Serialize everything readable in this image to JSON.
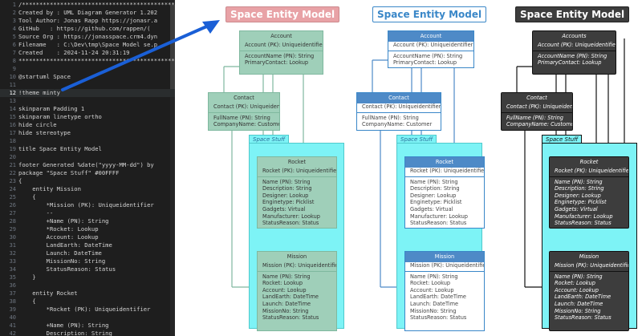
{
  "editor": {
    "lines": [
      {
        "n": "1",
        "text": "/********************************************",
        "cls": "c-comment"
      },
      {
        "n": "2",
        "text": "Created by : UML Diagram Generator 1.202",
        "cls": "c-comment"
      },
      {
        "n": "3",
        "text": "Tool Author: Jonas Rapp https://jonasr.a",
        "cls": "c-comment"
      },
      {
        "n": "4",
        "text": "GitHub   : https://github.com/rappen/(",
        "cls": "c-comment"
      },
      {
        "n": "5",
        "text": "Source Org : https://jonasspace.crm4.dyn",
        "cls": "c-comment"
      },
      {
        "n": "6",
        "text": "Filename   : C:\\Dev\\tmp\\Space Model se.p",
        "cls": "c-comment"
      },
      {
        "n": "7",
        "text": "Created    : 2024-11-24 20:31:19",
        "cls": "c-comment"
      },
      {
        "n": "8",
        "text": "**********************************************",
        "cls": "c-comment"
      },
      {
        "n": "9",
        "text": "",
        "cls": "c-plain"
      },
      {
        "n": "10",
        "text": "@startuml Space",
        "cls": "c-kw"
      },
      {
        "n": "11",
        "text": "",
        "cls": "c-plain"
      },
      {
        "n": "12",
        "text": "!theme minty",
        "cls": "c-kw",
        "active": true
      },
      {
        "n": "13",
        "text": "",
        "cls": "c-plain"
      },
      {
        "n": "14",
        "text": "skinparam Padding 1",
        "cls": "c-kw"
      },
      {
        "n": "15",
        "text": "skinparam linetype ortho",
        "cls": "c-kw"
      },
      {
        "n": "16",
        "text": "hide circle",
        "cls": "c-kw"
      },
      {
        "n": "17",
        "text": "hide stereotype",
        "cls": "c-kw"
      },
      {
        "n": "18",
        "text": "",
        "cls": "c-plain"
      },
      {
        "n": "19",
        "text": "title Space Entity Model",
        "cls": "c-kw"
      },
      {
        "n": "20",
        "text": "",
        "cls": "c-plain"
      },
      {
        "n": "21",
        "text": "footer Generated %date(\"yyyy-MM-dd\") by",
        "cls": "c-plain"
      },
      {
        "n": "22",
        "text": "package \"Space Stuff\" #00FFFF",
        "cls": "c-kw"
      },
      {
        "n": "23",
        "text": "{",
        "cls": "c-brace"
      },
      {
        "n": "24",
        "text": "    entity Mission",
        "cls": "c-kw"
      },
      {
        "n": "25",
        "text": "    {",
        "cls": "c-brace"
      },
      {
        "n": "26",
        "text": "        *Mission (PK): Uniqueidentifier",
        "cls": "c-plain"
      },
      {
        "n": "27",
        "text": "        --",
        "cls": "c-plain"
      },
      {
        "n": "28",
        "text": "        +Name (PN): String",
        "cls": "c-plain"
      },
      {
        "n": "29",
        "text": "        *Rocket: Lookup",
        "cls": "c-plain"
      },
      {
        "n": "30",
        "text": "        Account: Lookup",
        "cls": "c-plain"
      },
      {
        "n": "31",
        "text": "        LandEarth: DateTime",
        "cls": "c-plain"
      },
      {
        "n": "32",
        "text": "        Launch: DateTime",
        "cls": "c-plain"
      },
      {
        "n": "33",
        "text": "        MissionNo: String",
        "cls": "c-plain"
      },
      {
        "n": "34",
        "text": "        StatusReason: Status",
        "cls": "c-plain"
      },
      {
        "n": "35",
        "text": "    }",
        "cls": "c-brace"
      },
      {
        "n": "36",
        "text": "",
        "cls": "c-plain"
      },
      {
        "n": "37",
        "text": "    entity Rocket",
        "cls": "c-kw"
      },
      {
        "n": "38",
        "text": "    {",
        "cls": "c-brace"
      },
      {
        "n": "39",
        "text": "        *Rocket (PK): Uniqueidentifier",
        "cls": "c-plain"
      },
      {
        "n": "40",
        "text": "",
        "cls": "c-plain"
      },
      {
        "n": "41",
        "text": "        +Name (PN): String",
        "cls": "c-plain"
      },
      {
        "n": "42",
        "text": "        Description: String",
        "cls": "c-plain"
      }
    ]
  },
  "diagrams": [
    {
      "title": "Space Entity Model",
      "theme": "minty",
      "colors": {
        "title_bg": "#e8a2a6",
        "title_fg": "#ffffff",
        "box_bg": "#9fcfb9",
        "box_border": "#7fb89f",
        "hdr_bg": "#9fcfb9",
        "text": "#333333",
        "pkg_bg": "#7df3f6",
        "pkg_border": "#4fc9cc",
        "line": "#7fb89f"
      },
      "account": {
        "name": "Account",
        "pk": "Account (PK): Uniqueidentifier",
        "fields": [
          "AccountName (PN): String",
          "PrimaryContact: Lookup"
        ]
      },
      "contact": {
        "name": "Contact",
        "pk": "Contact (PK): Uniqueidentifier",
        "fields": [
          "FullName (PN): String",
          "CompanyName: Customer"
        ]
      },
      "package": "Space Stuff",
      "rocket": {
        "name": "Rocket",
        "pk": "Rocket (PK): Uniqueidentifier",
        "fields": [
          "Name (PN): String",
          "Description: String",
          "Designer: Lookup",
          "Enginetype: Picklist",
          "Gadgets: Virtual",
          "Manufacturer: Lookup",
          "StatusReason: Status"
        ]
      },
      "mission": {
        "name": "Mission",
        "pk": "Mission (PK): Uniqueidentifier",
        "fields": [
          "Name (PN): String",
          "Rocket: Lookup",
          "Account: Lookup",
          "LandEarth: DateTime",
          "Launch: DateTime",
          "MissionNo: String",
          "StatusReason: Status"
        ]
      }
    },
    {
      "title": "Space Entity Model",
      "theme": "cerulean-outline",
      "colors": {
        "title_bg": "#ffffff",
        "title_fg": "#3a87c8",
        "box_bg": "#ffffff",
        "box_border": "#3a87c8",
        "hdr_bg": "#4e8ac7",
        "text": "#444444",
        "pkg_bg": "#7df3f6",
        "pkg_border": "#4fc9cc",
        "line": "#4e8ac7"
      },
      "account": {
        "name": "Account",
        "pk": "Account (PK): Uniqueidentifier",
        "fields": [
          "AccountName (PN): String",
          "PrimaryContact: Lookup"
        ]
      },
      "contact": {
        "name": "Contact",
        "pk": "Contact (PK): Uniqueidentifier",
        "fields": [
          "FullName (PN): String",
          "CompanyName: Customer"
        ]
      },
      "package": "Space Stuff",
      "rocket": {
        "name": "Rocket",
        "pk": "Rocket (PK): Uniqueidentifier",
        "fields": [
          "Name (PN): String",
          "Description: String",
          "Designer: Lookup",
          "Enginetype: Picklist",
          "Gadgets: Virtual",
          "Manufacturer: Lookup",
          "StatusReason: Status"
        ]
      },
      "mission": {
        "name": "Mission",
        "pk": "Mission (PK): Uniqueidentifier",
        "fields": [
          "Name (PN): String",
          "Rocket: Lookup",
          "Account: Lookup",
          "LandEarth: DateTime",
          "Launch: DateTime",
          "MissionNo: String",
          "StatusReason: Status"
        ]
      }
    },
    {
      "title": "Space Entity Model",
      "theme": "sketchy",
      "colors": {
        "title_bg": "#3d3d3d",
        "title_fg": "#ffffff",
        "box_bg": "#3d3d3d",
        "box_border": "#111111",
        "hdr_bg": "#3d3d3d",
        "text": "#ffffff",
        "pkg_bg": "#7df3f6",
        "pkg_border": "#111111",
        "line": "#111111"
      },
      "account": {
        "name": "Accounts",
        "pk": "Account (PK): Uniqueidentifier",
        "fields": [
          "AccountName (PN): String",
          "PrimaryContact: Lookup"
        ]
      },
      "contact": {
        "name": "Contact",
        "pk": "Contact (PK): Uniqueidentifier",
        "fields": [
          "FullName (PN): String",
          "CompanyName: Customer"
        ]
      },
      "package": "Space Stuff",
      "rocket": {
        "name": "Rocket",
        "pk": "Rocket (PK): Uniqueidentifier",
        "fields": [
          "Name (PN): String",
          "Description: String",
          "Designer: Lookup",
          "Enginetype: Picklist",
          "Gadgets: Virtual",
          "Manufacturer: Lookup",
          "StatusReason: Status"
        ]
      },
      "mission": {
        "name": "Mission",
        "pk": "Mission (PK): Uniqueidentifier",
        "fields": [
          "Name (PN): String",
          "Rocket: Lookup",
          "Account: Lookup",
          "LandEarth: DateTime",
          "Launch: DateTime",
          "MissionNo: String",
          "StatusReason: Status"
        ]
      }
    }
  ],
  "callout": {
    "color": "#1a5fd6"
  }
}
